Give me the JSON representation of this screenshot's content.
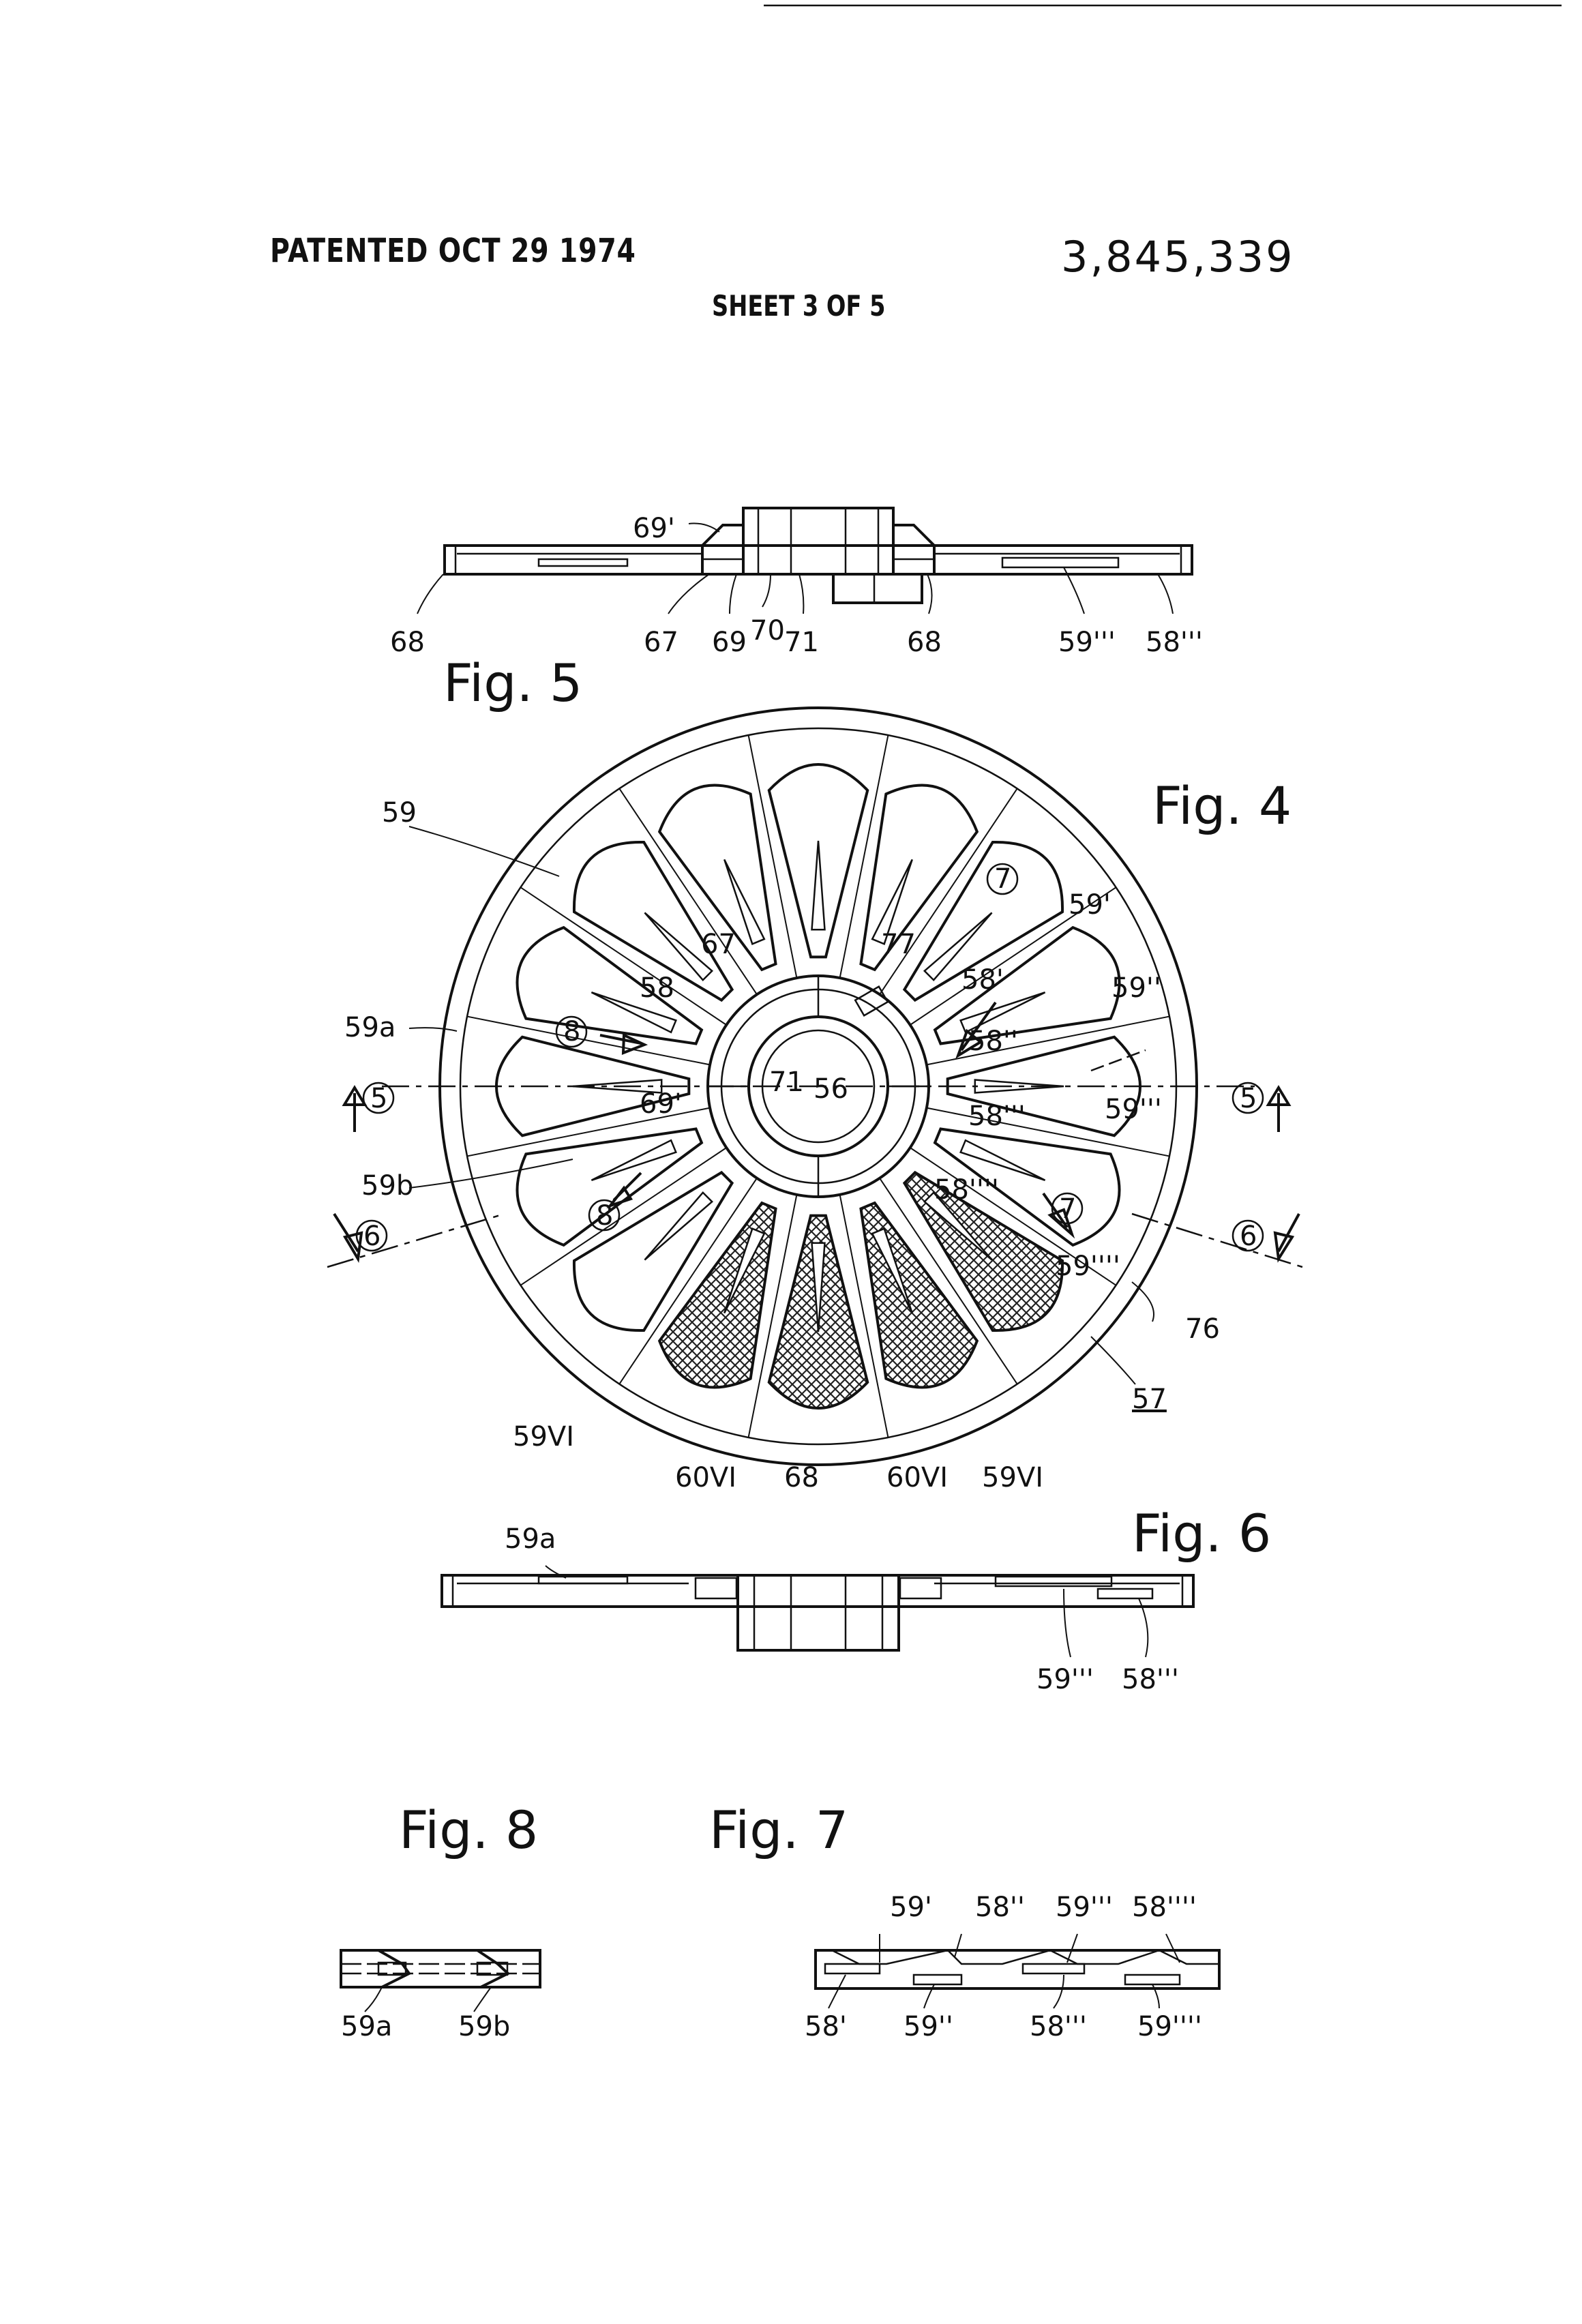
{
  "header": {
    "patented": "PATENTED OCT 29 1974",
    "patent_number": "3,845,339",
    "sheet": "SHEET 3 OF 5"
  },
  "figures": {
    "fig5": {
      "title": "Fig. 5",
      "labels": [
        "69'",
        "68",
        "67",
        "69",
        "70",
        "71",
        "68",
        "59'''",
        "58'''"
      ]
    },
    "fig4": {
      "title": "Fig. 4",
      "labels": [
        "59",
        "67",
        "77",
        "59'",
        "7",
        "58'",
        "59''",
        "58",
        "59a",
        "8",
        "58''",
        "71",
        "56",
        "5",
        "69'",
        "58'''",
        "5",
        "59'''",
        "59b",
        "58''''",
        "8",
        "7",
        "6",
        "6",
        "59''''",
        "76",
        "57",
        "59VI",
        "60VI",
        "68",
        "60VI",
        "59VI"
      ]
    },
    "fig6": {
      "title": "Fig. 6",
      "labels": [
        "59a",
        "59'''",
        "58'''"
      ]
    },
    "fig8": {
      "title": "Fig. 8",
      "labels": [
        "59a",
        "59b"
      ]
    },
    "fig7": {
      "title": "Fig. 7",
      "labels": [
        "59'",
        "58''",
        "59'''",
        "58''''",
        "58'",
        "59''",
        "58'''",
        "59''''"
      ]
    }
  }
}
